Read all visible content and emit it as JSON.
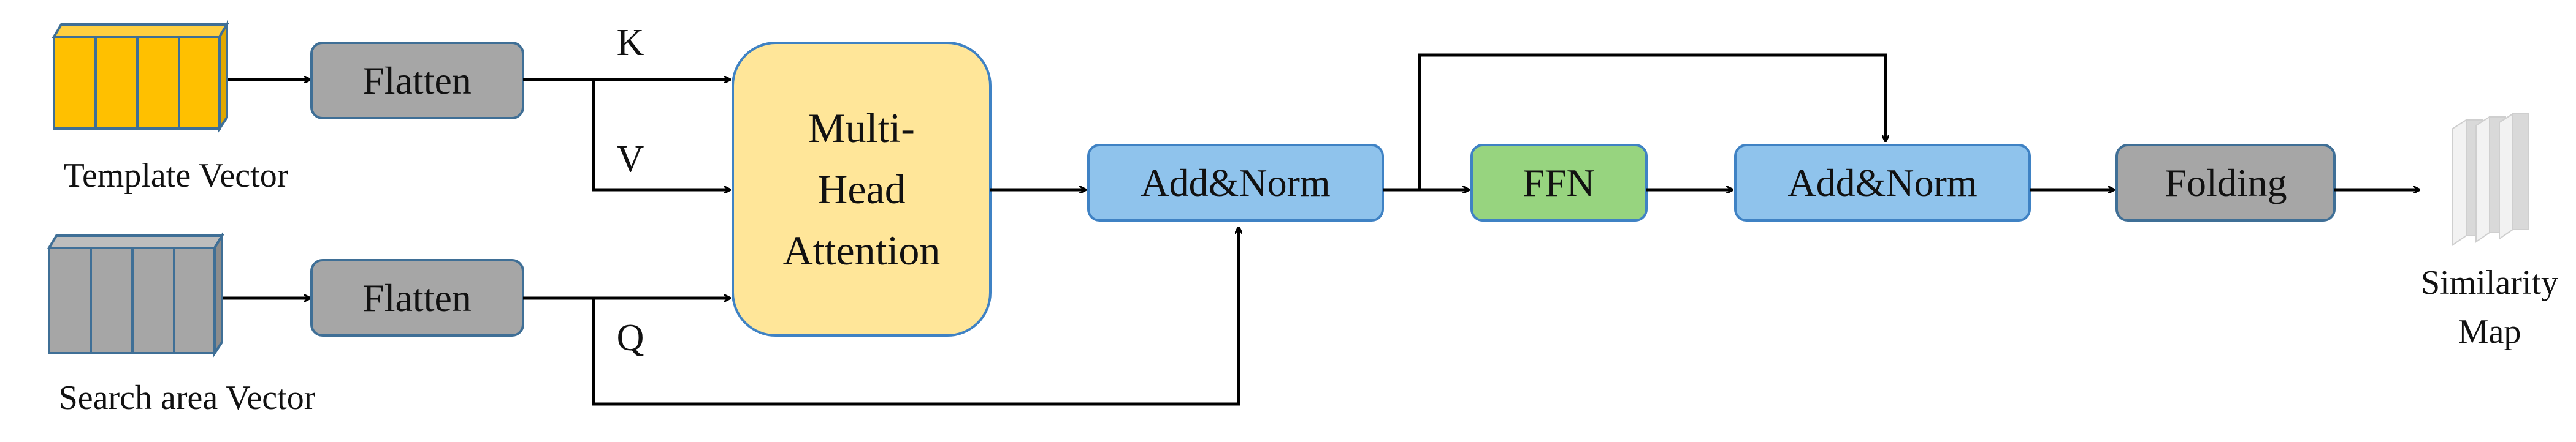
{
  "colors": {
    "gray_box": "#a6a6a6",
    "gray_border": "#3f6f96",
    "attention_fill": "#ffe699",
    "attention_border": "#3f82c4",
    "blue_box": "#8fc3ec",
    "blue_border": "#3f82c4",
    "ffn_fill": "#97d47f",
    "ffn_border": "#3f82c4",
    "template_fill": "#ffc000",
    "search_fill": "#a6a6a6",
    "map_fill": "#e6e6e6",
    "arrow": "#000000"
  },
  "inputs": {
    "template_caption": "Template Vector",
    "search_caption": "Search area Vector"
  },
  "blocks": {
    "flatten_top": "Flatten",
    "flatten_bottom": "Flatten",
    "attention_line1": "Multi-",
    "attention_line2": "Head",
    "attention_line3": "Attention",
    "addnorm_1": "Add&Norm",
    "ffn": "FFN",
    "addnorm_2": "Add&Norm",
    "folding": "Folding"
  },
  "edge_labels": {
    "k": "K",
    "v": "V",
    "q": "Q"
  },
  "output": {
    "caption_line1": "Similarity",
    "caption_line2": "Map"
  }
}
